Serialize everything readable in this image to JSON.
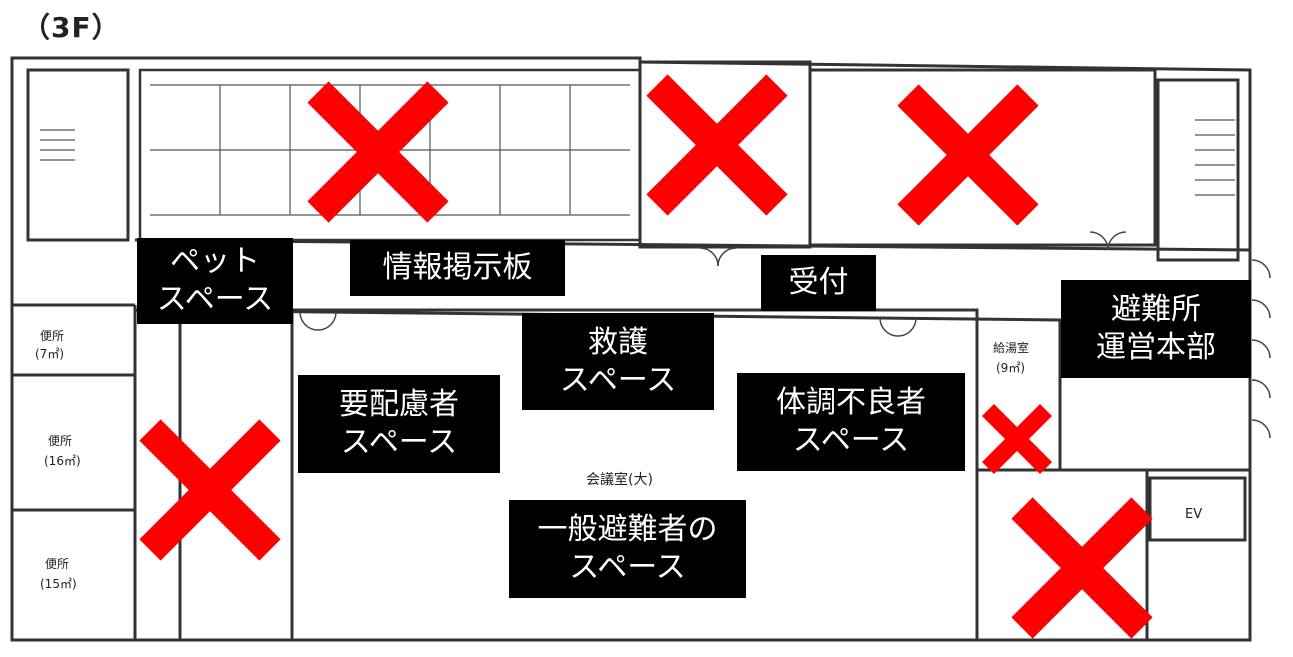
{
  "floor_label": "（3F）",
  "labels": {
    "pet_space": "ペット\nスペース",
    "info_board": "情報掲示板",
    "reception": "受付",
    "hq": "避難所\n運営本部",
    "rescue": "救護\nスペース",
    "special_needs": "要配慮者\nスペース",
    "unwell": "体調不良者\nスペース",
    "general": "一般避難者の\nスペース"
  },
  "plan_text": {
    "room_large": "会議室(大)",
    "ev": "EV",
    "kitchen": "給湯室",
    "kitchen_area": "(9㎡)",
    "toilet": "便所",
    "toilet_area_1": "(7㎡)",
    "toilet_area_2": "(16㎡)",
    "toilet_area_3": "(15㎡)"
  },
  "colors": {
    "cross": "#ff0000",
    "label_bg": "#000000",
    "label_text": "#ffffff",
    "line": "#333333"
  }
}
